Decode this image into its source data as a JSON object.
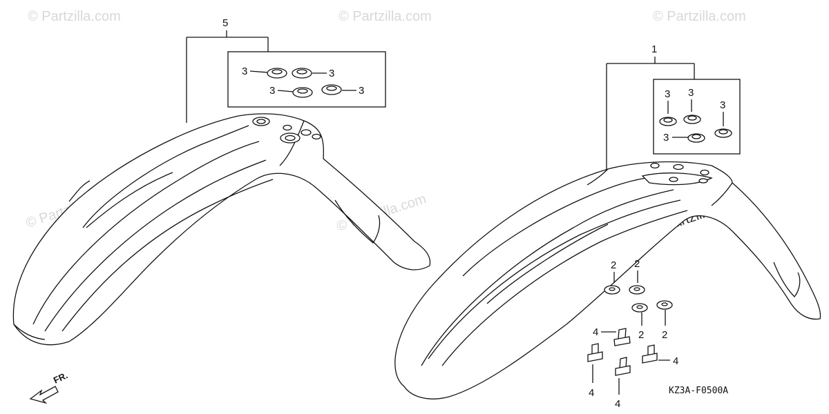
{
  "watermark": "© Partzilla.com",
  "diagram_code": "KZ3A-F0500A",
  "front_arrow_label": "FR.",
  "callouts": {
    "front_fender_assembly_left": "5",
    "front_fender_assembly_right": "1",
    "setting_collar_group": "3",
    "washer": "2",
    "bolt": "4"
  },
  "colors": {
    "line": "#111111",
    "watermark": "#d8d8d8",
    "background": "#ffffff"
  }
}
